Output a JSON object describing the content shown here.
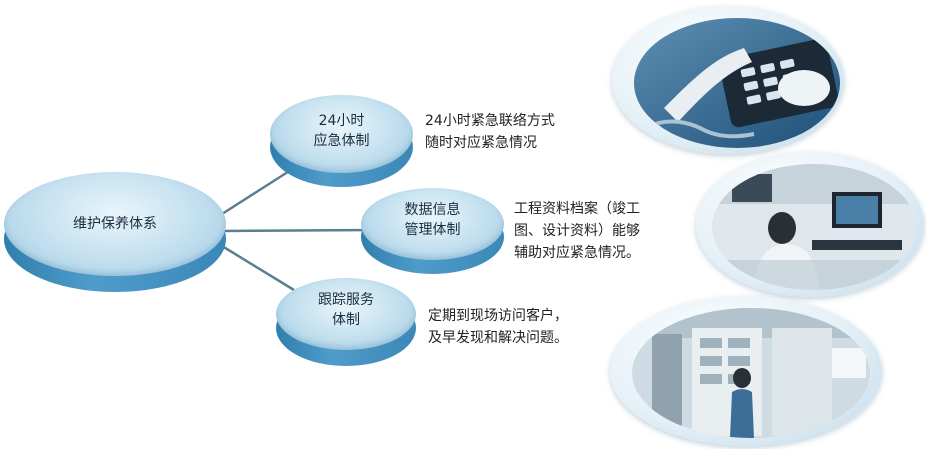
{
  "main_node": {
    "label": "维护保养体系"
  },
  "branches": [
    {
      "title_line1": "24小时",
      "title_line2": "应急体制",
      "desc_line1": "24小时紧急联络方式",
      "desc_line2": "随时对应紧急情况"
    },
    {
      "title_line1": "数据信息",
      "title_line2": "管理体制",
      "desc_line1": "工程资料档案（竣工",
      "desc_line2": "图、设计资料）能够",
      "desc_line3": "辅助对应紧急情况。"
    },
    {
      "title_line1": "跟踪服务",
      "title_line2": "体制",
      "desc_line1": "定期到现场访问客户，",
      "desc_line2": "及早发现和解决问题。"
    }
  ],
  "photos": [
    {
      "icon": "telephone-keypad-photo"
    },
    {
      "icon": "computer-workstation-photo"
    },
    {
      "icon": "control-panel-photo"
    }
  ],
  "colors": {
    "disc_side": "#3b88b8",
    "disc_top": "#c9e3f1",
    "connector": "#5a7f8f"
  }
}
